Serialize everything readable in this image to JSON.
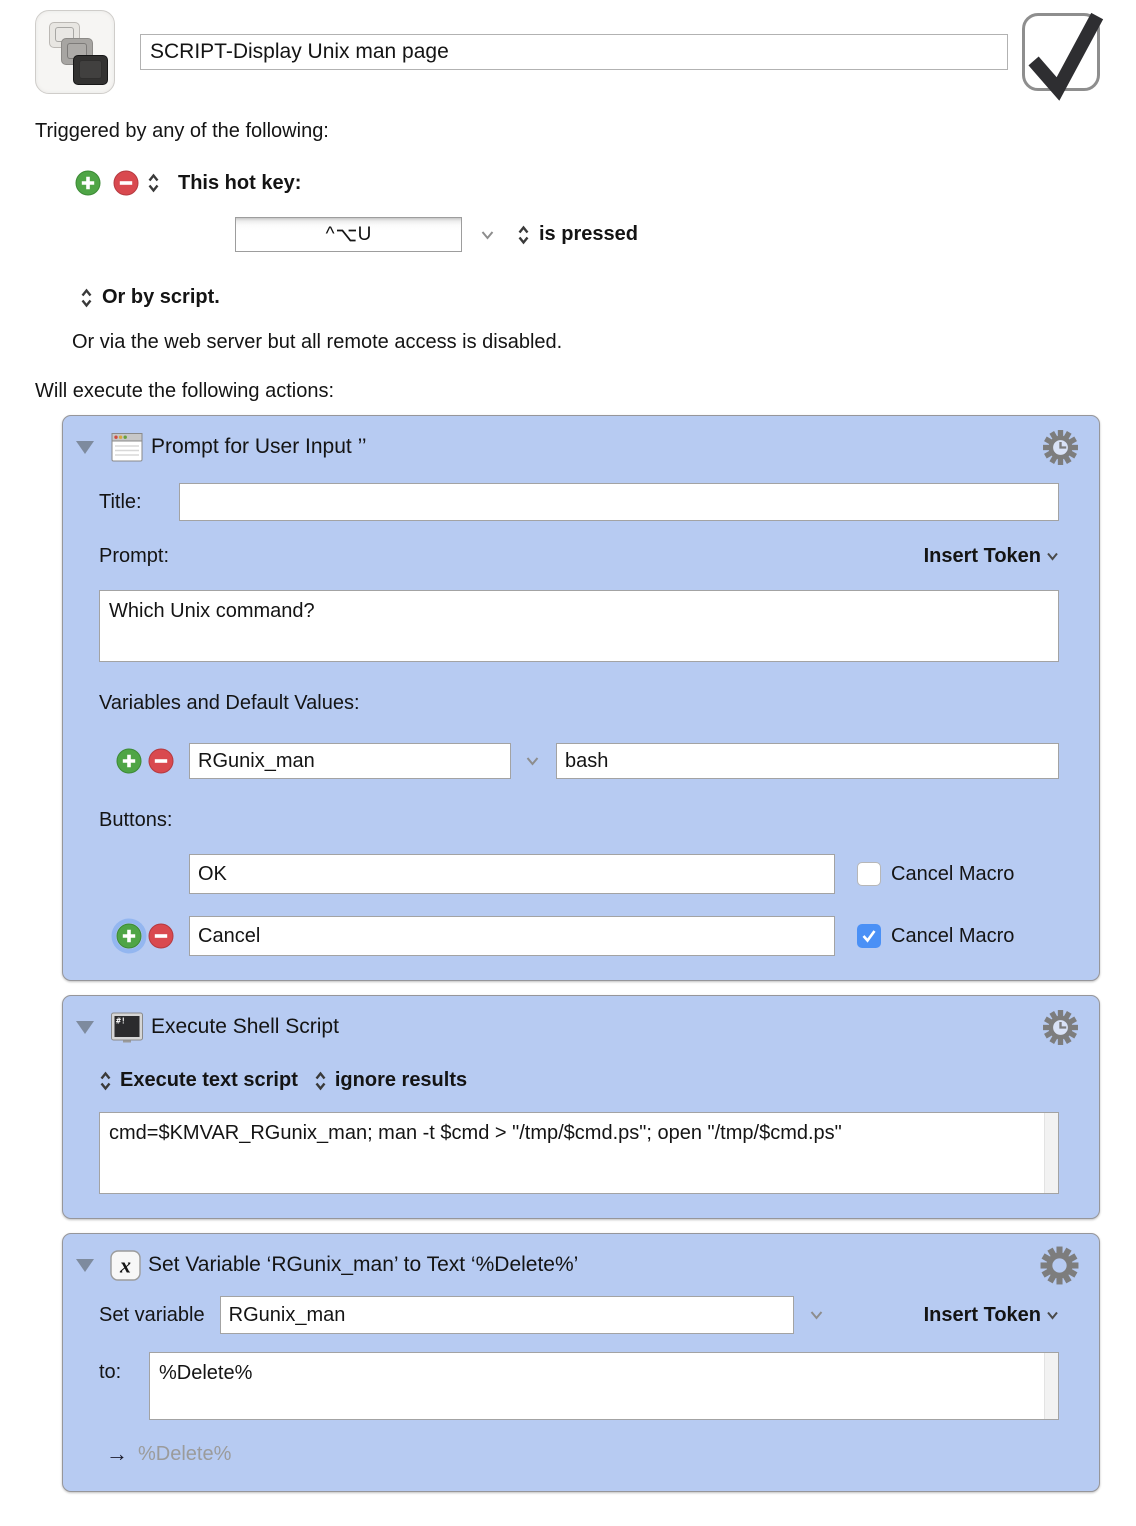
{
  "macro": {
    "name": "SCRIPT-Display Unix man page",
    "icon": "stacked-keyboard-keys",
    "enabled": true
  },
  "triggers": {
    "heading": "Triggered by any of the following:",
    "hotkey": {
      "label": "This hot key:",
      "combo": "^⌥U",
      "combo_ctrl": "^",
      "combo_key": "U",
      "condition": "is pressed"
    },
    "script": "Or by script.",
    "web": "Or via the web server but all remote access is disabled."
  },
  "execute_heading": "Will execute the following actions:",
  "actions": [
    {
      "title": "Prompt for User Input ’’",
      "title_label": "Title:",
      "title_value": "",
      "prompt_label": "Prompt:",
      "insert_token_label": "Insert Token",
      "prompt_value": "Which Unix command?",
      "variables_label": "Variables and Default Values:",
      "variable_name": "RGunix_man",
      "variable_default": "bash",
      "buttons_label": "Buttons:",
      "button_ok": "OK",
      "button_cancel": "Cancel",
      "cancel_macro_label": "Cancel Macro",
      "ok_cancel_macro_checked": false,
      "cancel_cancel_macro_checked": true
    },
    {
      "title": "Execute Shell Script",
      "mode_label": "Execute text script",
      "results_label": "ignore results",
      "script": "cmd=$KMVAR_RGunix_man; man -t $cmd > \"/tmp/$cmd.ps\"; open \"/tmp/$cmd.ps\""
    },
    {
      "title": "Set Variable ‘RGunix_man’ to Text ‘%Delete%’",
      "set_variable_label": "Set variable",
      "variable_name": "RGunix_man",
      "insert_token_label": "Insert Token",
      "to_label": "to:",
      "to_value": "%Delete%",
      "result_arrow": "→",
      "result_preview": "%Delete%"
    }
  ]
}
